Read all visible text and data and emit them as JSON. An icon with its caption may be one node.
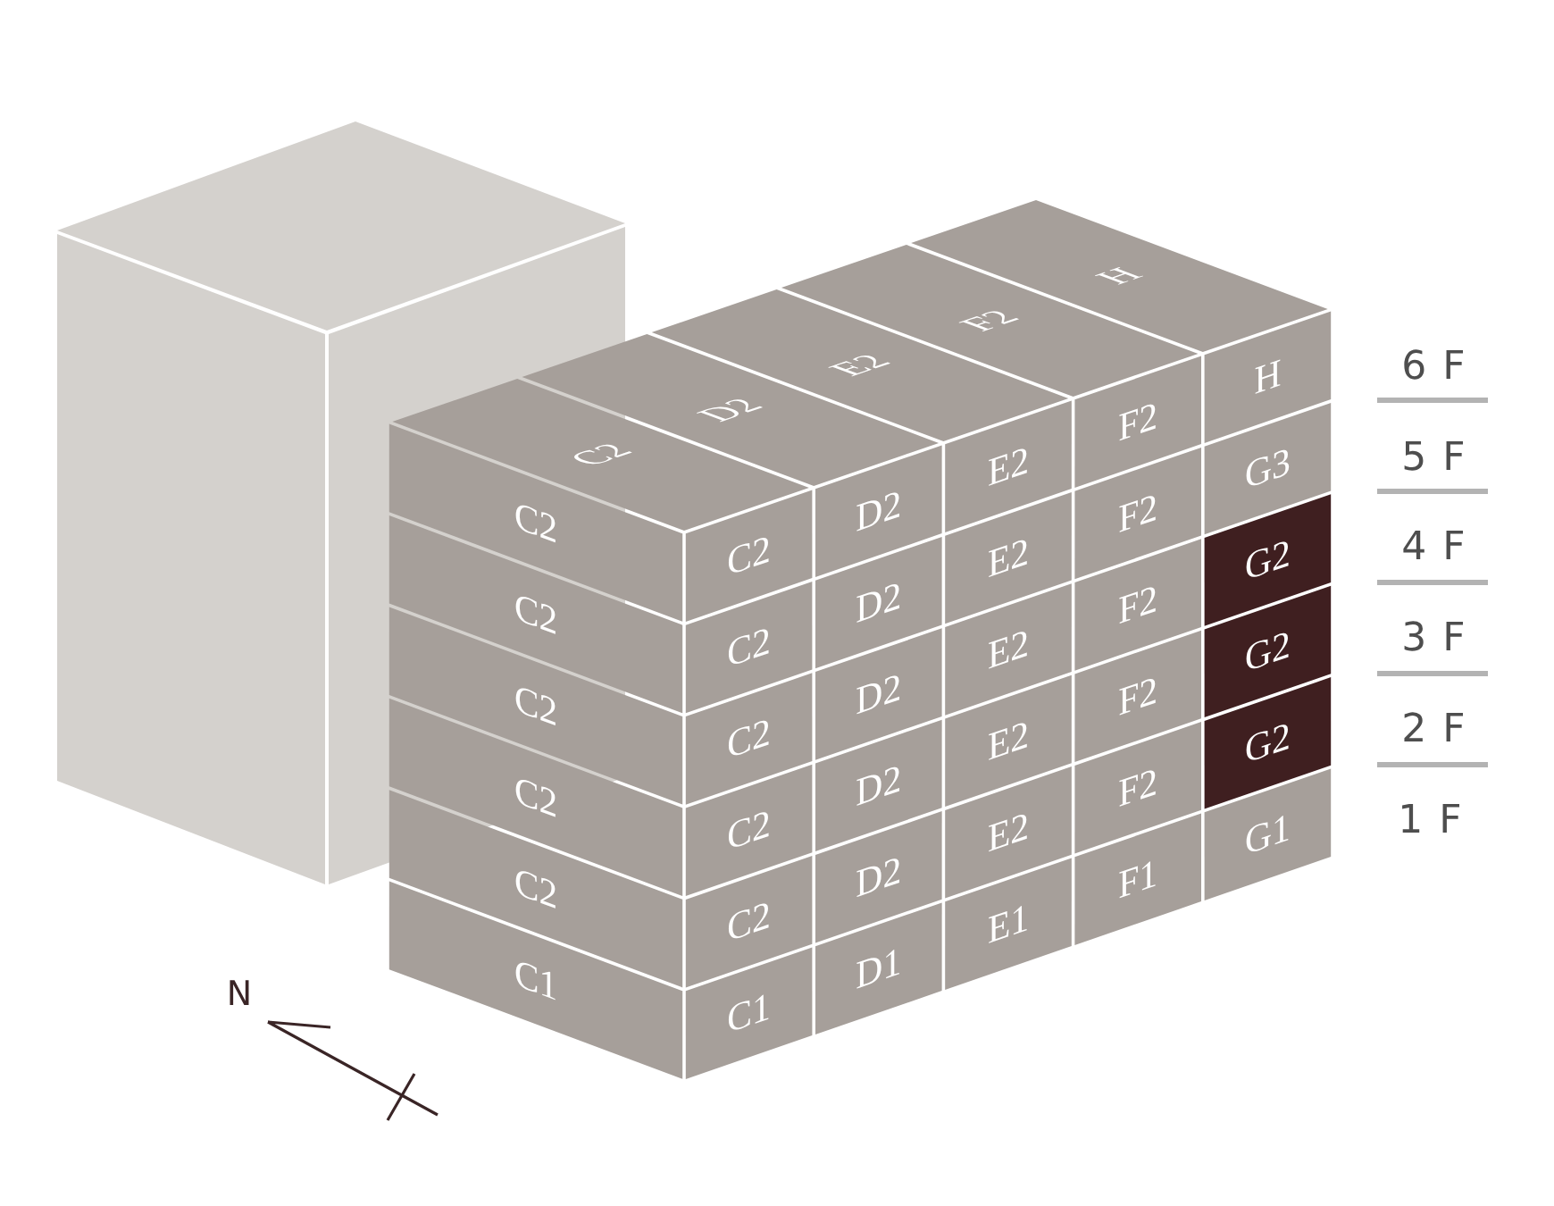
{
  "diagram": {
    "nodes": [
      {
        "text": [
          "C2"
        ]
      },
      {
        "text": [
          "D2"
        ]
      },
      {
        "text": [
          "E2"
        ]
      },
      {
        "text": [
          "F2"
        ]
      },
      {
        "text": [
          "H"
        ]
      },
      {
        "text": [
          "C2"
        ]
      },
      {
        "text": [
          "C2"
        ]
      },
      {
        "text": [
          "D2"
        ]
      },
      {
        "text": [
          "E2"
        ]
      },
      {
        "text": [
          "F2"
        ]
      },
      {
        "text": [
          "H"
        ]
      },
      {
        "text": [
          "C2"
        ]
      },
      {
        "text": [
          "C2"
        ]
      },
      {
        "text": [
          "D2"
        ]
      },
      {
        "text": [
          "E2"
        ]
      },
      {
        "text": [
          "F2"
        ]
      },
      {
        "text": [
          "G3"
        ]
      },
      {
        "text": [
          "C2"
        ]
      },
      {
        "text": [
          "C2"
        ]
      },
      {
        "text": [
          "D2"
        ]
      },
      {
        "text": [
          "E2"
        ]
      },
      {
        "text": [
          "F2"
        ]
      },
      {
        "text": [
          "G2"
        ]
      },
      {
        "text": [
          "C2"
        ]
      },
      {
        "text": [
          "C2"
        ]
      },
      {
        "text": [
          "D2"
        ]
      },
      {
        "text": [
          "E2"
        ]
      },
      {
        "text": [
          "F2"
        ]
      },
      {
        "text": [
          "G2"
        ]
      },
      {
        "text": [
          "C2"
        ]
      },
      {
        "text": [
          "C2"
        ]
      },
      {
        "text": [
          "D2"
        ]
      },
      {
        "text": [
          "E2"
        ]
      },
      {
        "text": [
          "F2"
        ]
      },
      {
        "text": [
          "G2"
        ]
      },
      {
        "text": [
          "C1"
        ]
      },
      {
        "text": [
          "C1"
        ]
      },
      {
        "text": [
          "D1"
        ]
      },
      {
        "text": [
          "E1"
        ]
      },
      {
        "text": [
          "F1"
        ]
      },
      {
        "text": [
          "G1"
        ]
      }
    ],
    "labels": [
      "6 F",
      "5 F",
      "4 F",
      "3 F",
      "2 F",
      "1 F",
      "N"
    ]
  }
}
